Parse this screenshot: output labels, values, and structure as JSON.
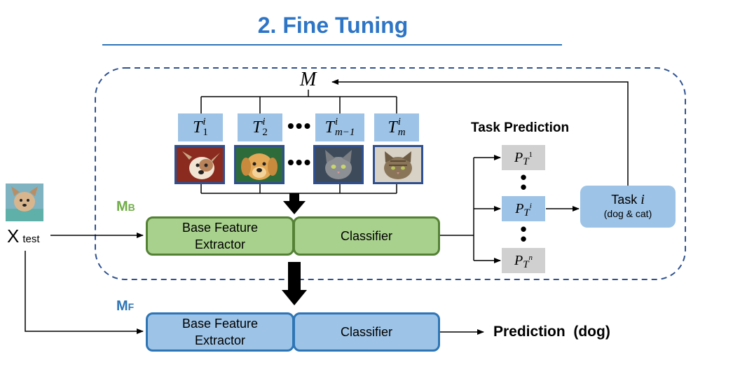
{
  "title": "2. Fine Tuning",
  "meta_set_symbol": "M",
  "tasks": [
    {
      "base": "T",
      "sub": "1",
      "sup": "i"
    },
    {
      "base": "T",
      "sub": "2",
      "sup": "i"
    },
    {
      "base": "T",
      "sub": "m−1",
      "sup": "i"
    },
    {
      "base": "T",
      "sub": "m",
      "sup": "i"
    }
  ],
  "ellipsis": "•••",
  "vertical_dots": "•\n•",
  "images": [
    {
      "icon": "dog-face-icon",
      "desc": "chihuahua"
    },
    {
      "icon": "dog-face-icon",
      "desc": "golden puppy"
    },
    {
      "icon": "cat-face-icon",
      "desc": "grey cat"
    },
    {
      "icon": "cat-face-icon",
      "desc": "tabby cat"
    }
  ],
  "task_prediction_label": "Task Prediction",
  "predictions": [
    {
      "base": "P",
      "sub": "T",
      "sup": "1",
      "style": "gray"
    },
    {
      "base": "P",
      "sub": "T",
      "sup": "i",
      "style": "blue"
    },
    {
      "base": "P",
      "sub": "T",
      "sup": "n",
      "style": "gray"
    }
  ],
  "task_box": {
    "line1": "Task ",
    "italic": "i",
    "line2": "(dog & cat)"
  },
  "mb": {
    "label": "M",
    "sub": "B"
  },
  "mf": {
    "label": "M",
    "sub": "F"
  },
  "base_feature_extractor": "Base Feature Extractor",
  "classifier": "Classifier",
  "x_test": {
    "label": "X",
    "sub": "test"
  },
  "output": "Prediction  (dog)",
  "colors": {
    "title": "#2e75c6",
    "green_fill": "#a9d18e",
    "green_border": "#548235",
    "blue_fill": "#9dc3e6",
    "blue_border": "#2e75b6",
    "dashed_border": "#2f528f",
    "mb_label": "#70ad47",
    "mf_label": "#2e75b6"
  }
}
